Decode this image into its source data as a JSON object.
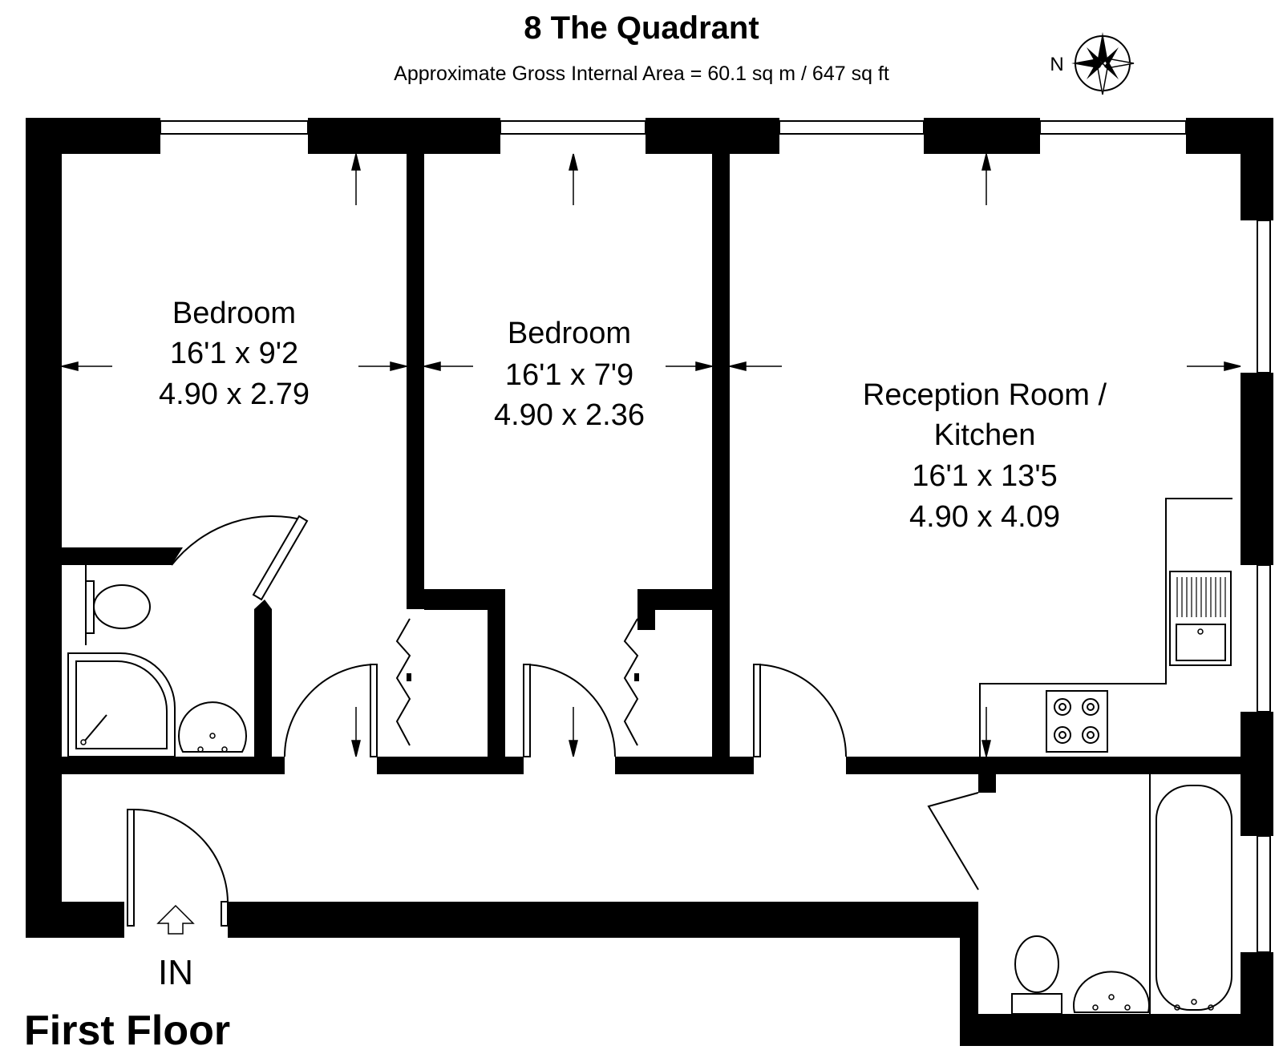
{
  "header": {
    "title": "8 The Quadrant",
    "area": "Approximate Gross Internal Area = 60.1 sq m / 647 sq ft",
    "north_label": "N"
  },
  "rooms": [
    {
      "name": "Bedroom",
      "imperial": "16'1 x 9'2",
      "metric": "4.90 x 2.79"
    },
    {
      "name": "Bedroom",
      "imperial": "16'1 x 7'9",
      "metric": "4.90 x 2.36"
    },
    {
      "name_line1": "Reception Room /",
      "name_line2": "Kitchen",
      "imperial": "16'1 x 13'5",
      "metric": "4.90 x 4.09"
    }
  ],
  "entrance_label": "IN",
  "floor_label": "First Floor",
  "icons": [
    "compass-rose-icon",
    "entrance-arrow-icon"
  ],
  "colors": {
    "walls": "#000000",
    "background": "#ffffff"
  }
}
